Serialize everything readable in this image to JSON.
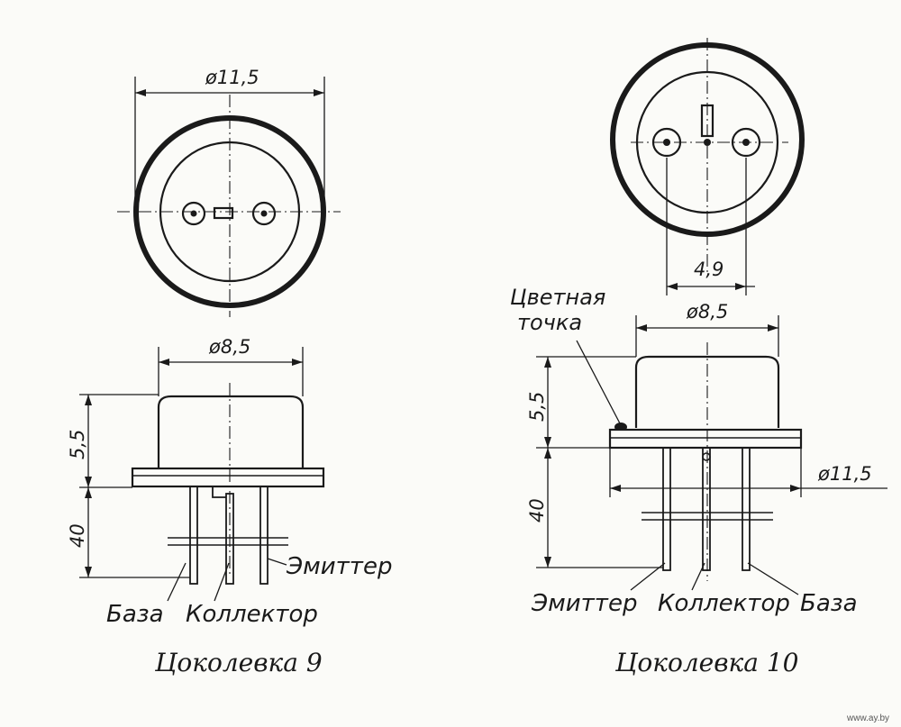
{
  "left": {
    "top_diameter": "ø11,5",
    "body_diameter": "ø8,5",
    "height": "5,5",
    "lead_length": "40",
    "pins": {
      "base": "База",
      "collector": "Коллектор",
      "emitter": "Эмиттер"
    },
    "caption": "Цоколевка 9"
  },
  "right": {
    "pin_spacing": "4,9",
    "color_dot_line1": "Цветная",
    "color_dot_line2": "точка",
    "body_diameter": "ø8,5",
    "height": "5,5",
    "flange_diameter": "ø11,5",
    "lead_length": "40",
    "pins": {
      "emitter": "Эмиттер",
      "collector": "Коллектор",
      "base": "База"
    },
    "caption": "Цоколевка 10"
  },
  "watermark": "www.ay.by"
}
